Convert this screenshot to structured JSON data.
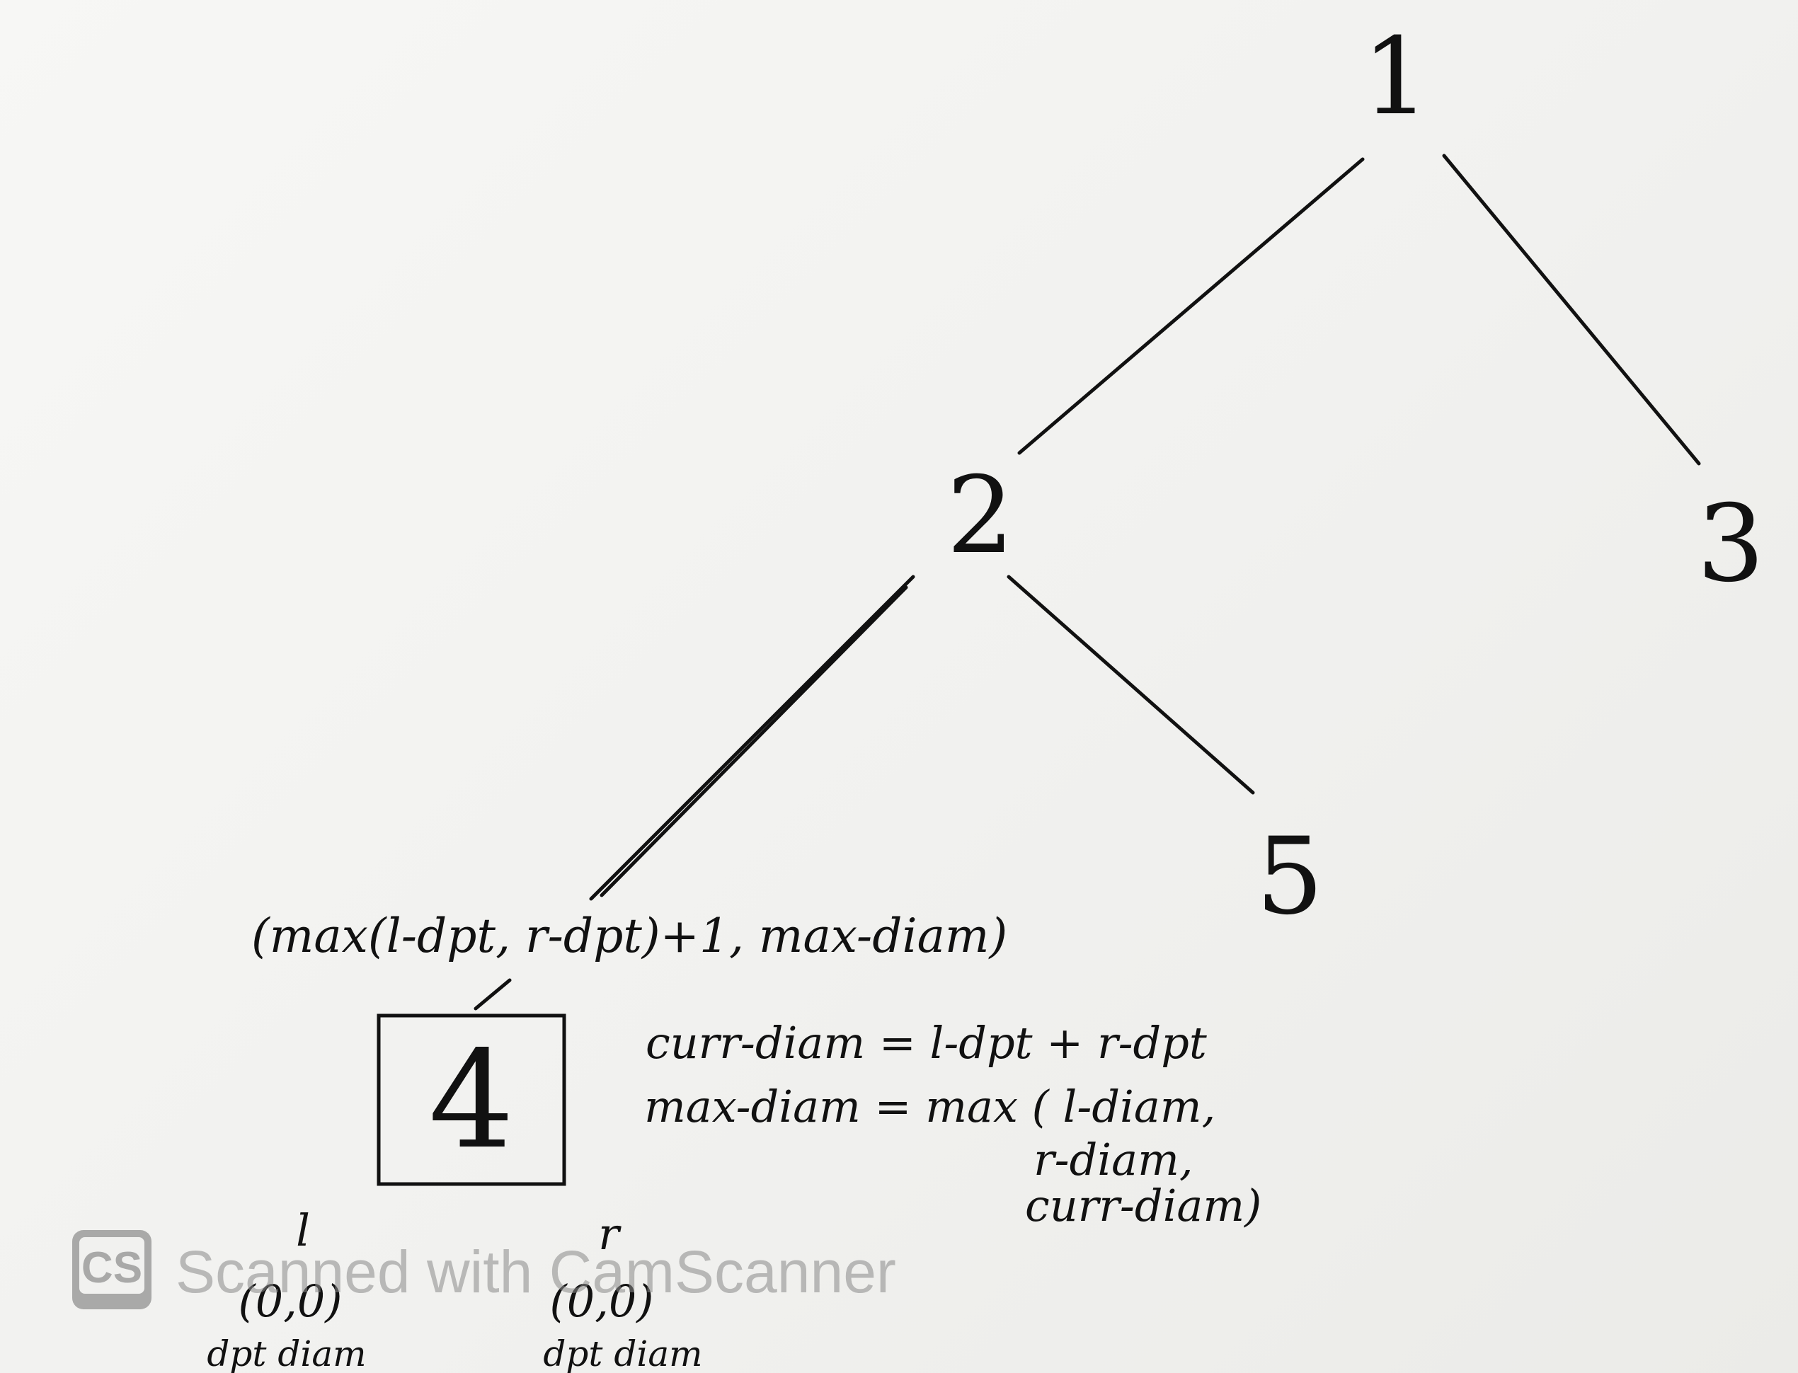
{
  "diagram": {
    "nodes": [
      {
        "id": "n1",
        "label": "1"
      },
      {
        "id": "n2",
        "label": "2"
      },
      {
        "id": "n3",
        "label": "3"
      },
      {
        "id": "n4",
        "label": "4"
      },
      {
        "id": "n5",
        "label": "5"
      }
    ],
    "edges": [
      {
        "from": "1",
        "to": "2"
      },
      {
        "from": "1",
        "to": "3"
      },
      {
        "from": "2",
        "to": "4"
      },
      {
        "from": "2",
        "to": "5"
      }
    ],
    "return_value": "(max(l-dpt, r-dpt)+1, max-diam)",
    "formulas": {
      "curr_diam": "curr-diam = l-dpt + r-dpt",
      "max_diam_line1": "max-diam = max ( l-diam,",
      "max_diam_line2": "r-diam,",
      "max_diam_line3": "curr-diam)"
    },
    "left_child": {
      "symbol": "l",
      "value": "(0,0)",
      "caption": "dpt diam"
    },
    "right_child": {
      "symbol": "r",
      "value": "(0,0)",
      "caption": "dpt diam"
    }
  },
  "watermark": {
    "logo_text": "CS",
    "text": "Scanned with CamScanner"
  }
}
